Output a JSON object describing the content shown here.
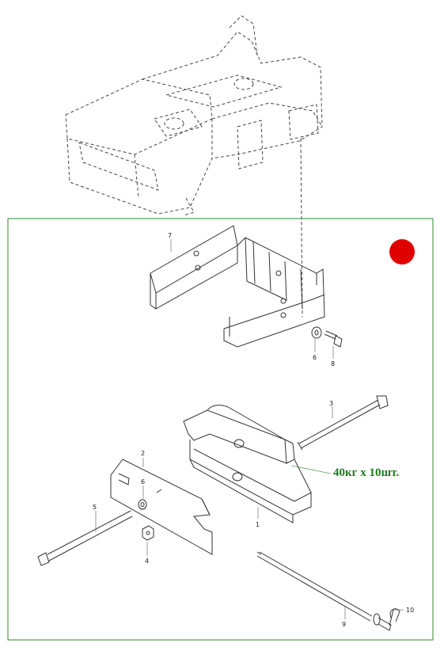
{
  "labels": {
    "p1": "1",
    "p2": "2",
    "p3": "3",
    "p4": "4",
    "p5": "5",
    "p6a": "6",
    "p6b": "6",
    "p7": "7",
    "p8": "8",
    "p9": "9",
    "p10": "10"
  },
  "annotation": {
    "weight": "40кг х 10шт."
  },
  "colors": {
    "frame": "#2e8b2e",
    "marker": "#e00000",
    "annotation": "#1e7a1e"
  }
}
